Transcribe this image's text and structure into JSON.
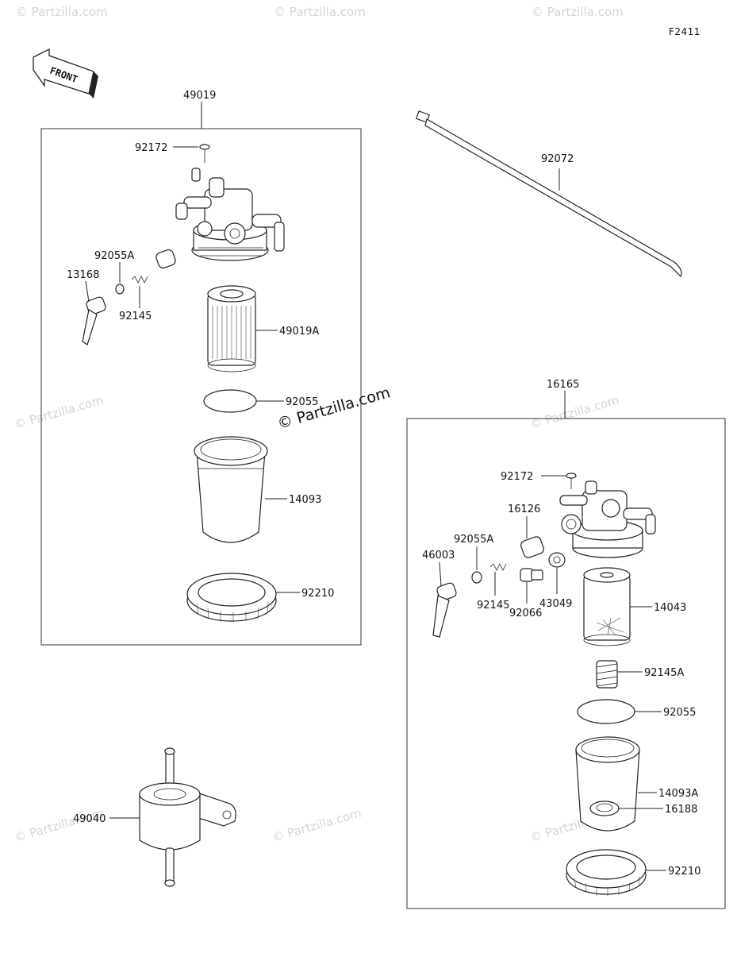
{
  "figure_code": "F2411",
  "front_label": "FRONT",
  "watermark_main": "© Partzilla.com",
  "watermark": "© Partzilla.com",
  "groups": {
    "left_assembly": "49019",
    "right_assembly": "16165"
  },
  "labels": {
    "l_92172": "92172",
    "l_92055A": "92055A",
    "l_13168": "13168",
    "l_92145": "92145",
    "l_49019A": "49019A",
    "l_92055": "92055",
    "l_14093": "14093",
    "l_92210": "92210",
    "tie_92072": "92072",
    "b_49040": "49040",
    "r_92172": "92172",
    "r_16126": "16126",
    "r_92055A": "92055A",
    "r_46003": "46003",
    "r_92145": "92145",
    "r_92066": "92066",
    "r_43049": "43049",
    "r_14043": "14043",
    "r_92145A": "92145A",
    "r_92055": "92055",
    "r_14093A": "14093A",
    "r_16188": "16188",
    "r_92210": "92210"
  }
}
